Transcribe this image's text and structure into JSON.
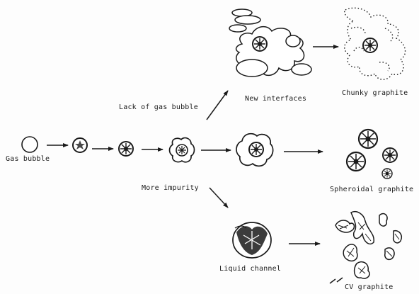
{
  "labels": {
    "gas_bubble": "Gas bubble",
    "lack_of_gas_bubble": "Lack of gas bubble",
    "more_impurity": "More impurity",
    "new_interfaces": "New interfaces",
    "chunky_graphite": "Chunky graphite",
    "spheroidal_graphite": "Spheroidal graphite",
    "liquid_channel": "Liquid channel",
    "cv_graphite": "CV graphite"
  },
  "colors": {
    "ink": "#1a1a1a",
    "background": "#fdfdfd"
  }
}
